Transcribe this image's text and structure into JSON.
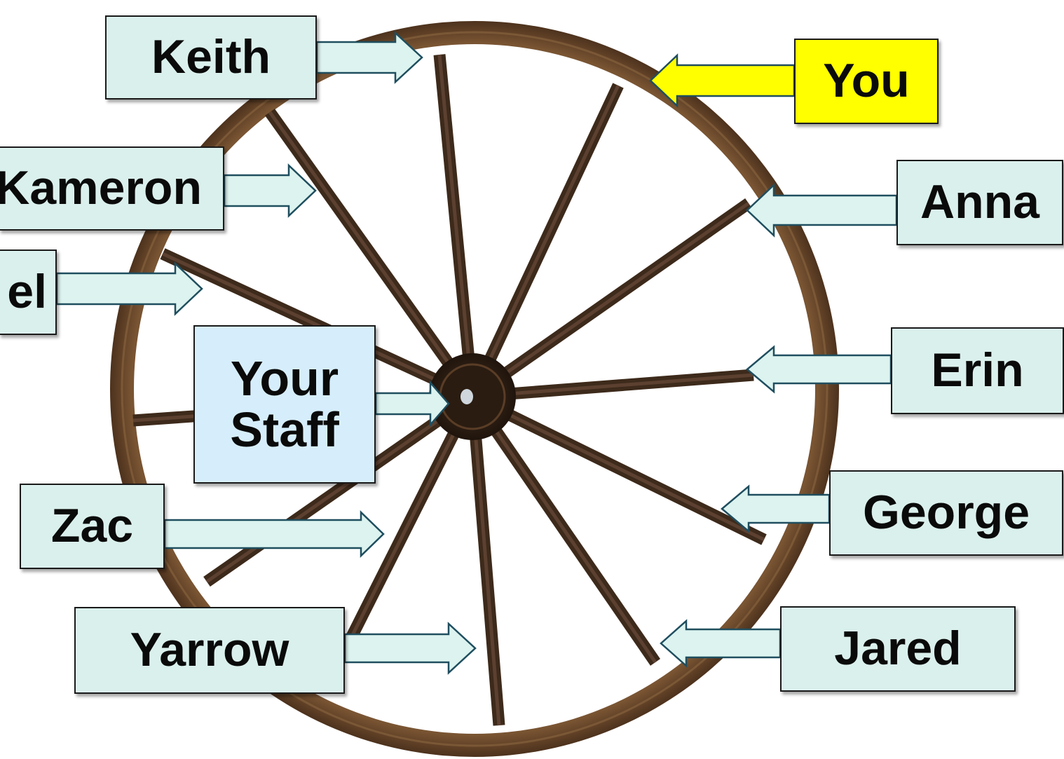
{
  "colors": {
    "box_fill": "#daf0ec",
    "you_fill": "#ffff00",
    "staff_fill": "#d6eefb",
    "arrow_fill": "#dcf3ef",
    "arrow_stroke": "#1f4e5f",
    "you_arrow_fill": "#ffff00",
    "wood_rim": "#6b4a2e",
    "wood_spoke": "#3d2a1b",
    "hub": "#2b1d12"
  },
  "labels": {
    "keith": "Keith",
    "you": "You",
    "kameron": "Kameron",
    "anna": "Anna",
    "partial_left": "el",
    "erin": "Erin",
    "your_staff": "Your Staff",
    "george": "George",
    "zac": "Zac",
    "yarrow": "Yarrow",
    "jared": "Jared"
  }
}
